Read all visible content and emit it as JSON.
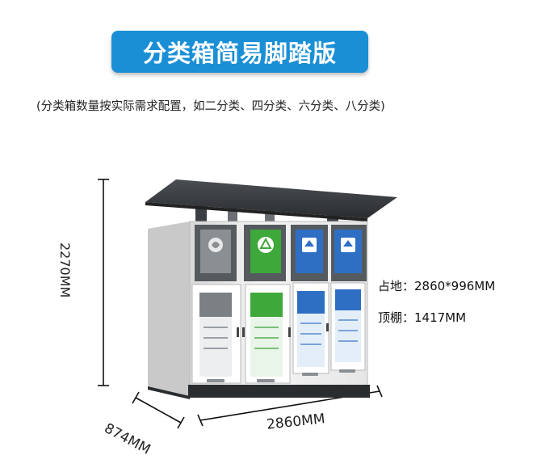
{
  "header": {
    "title": "分类箱简易脚踏版",
    "subtitle": "(分类箱数量按实际需求配置，如二分类、四分类、六分类、八分类)"
  },
  "specs": {
    "footprint": "占地：2860*996MM",
    "canopy": "顶棚：1417MM"
  },
  "dimensions": {
    "height": "2270MM",
    "width": "2860MM",
    "depth": "874MM"
  },
  "colors": {
    "title_bg": "#1a8fd6",
    "bin_gray": "#6e7378",
    "bin_green": "#3fa83b",
    "bin_blue": "#2e6fc4",
    "roof": "#3b3f44"
  },
  "bins": [
    {
      "color_key": "bin_gray",
      "icon": "food-waste-icon"
    },
    {
      "color_key": "bin_green",
      "icon": "recycle-icon"
    },
    {
      "color_key": "bin_blue",
      "icon": "other-waste-icon"
    },
    {
      "color_key": "bin_blue",
      "icon": "other-waste-icon"
    }
  ]
}
